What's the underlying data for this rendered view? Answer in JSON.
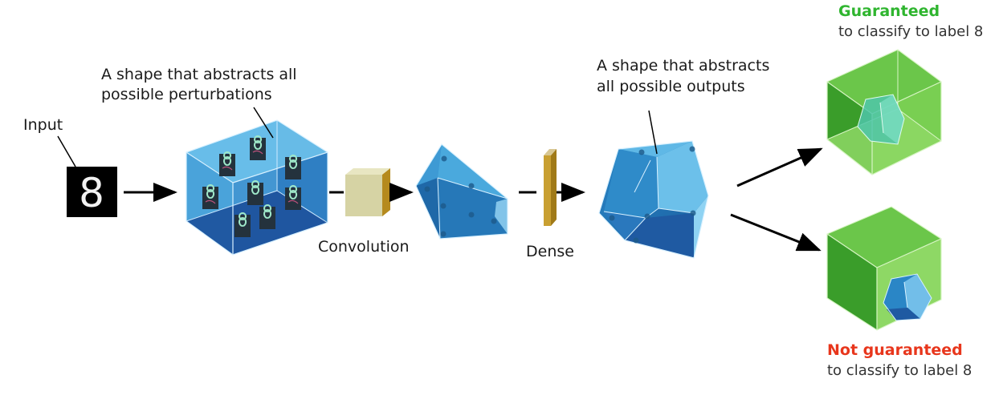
{
  "labels": {
    "input": "Input",
    "perturbation_line1": "A shape that abstracts all",
    "perturbation_line2": "possible perturbations",
    "convolution": "Convolution",
    "dense": "Dense",
    "outputs_line1": "A shape that abstracts",
    "outputs_line2": "all possible outputs",
    "guaranteed": "Guaranteed",
    "guaranteed_sub": "to classify to label 8",
    "not_guaranteed": "Not guaranteed",
    "not_guaranteed_sub": "to classify to label 8"
  },
  "input_digit": "8",
  "colors": {
    "blue_front": "#2e7fc2",
    "blue_top": "#5fb8e6",
    "blue_bottom": "#1c4f9a",
    "conv_front": "#d6d3a4",
    "conv_side": "#b58a1d",
    "green_face": "#5dbb3a",
    "green_light": "#8ed865",
    "guaranteed_text": "#2fb52f",
    "not_guaranteed_text": "#e8361c"
  }
}
